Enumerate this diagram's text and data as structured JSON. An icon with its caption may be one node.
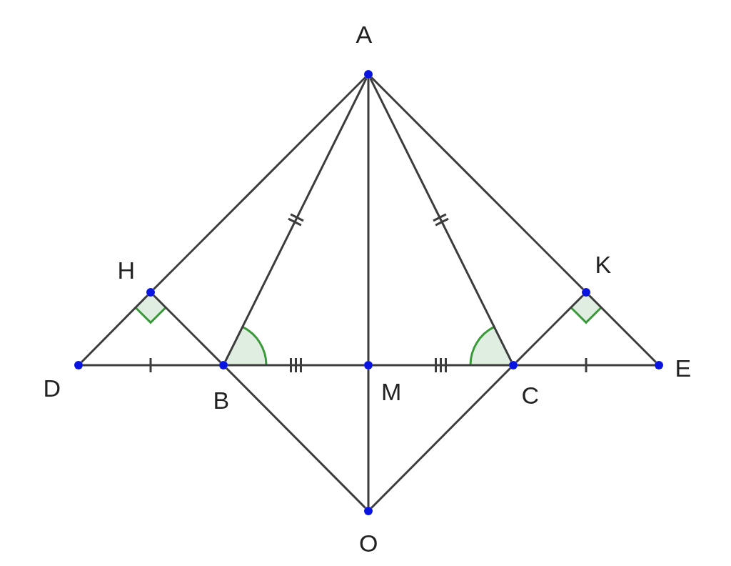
{
  "diagram": {
    "nodes": [
      {
        "text": [
          "A"
        ]
      },
      {
        "text": [
          "H"
        ]
      },
      {
        "text": [
          "K"
        ]
      },
      {
        "text": [
          "D"
        ]
      },
      {
        "text": [
          "B"
        ]
      },
      {
        "text": [
          "M"
        ]
      },
      {
        "text": [
          "C"
        ]
      },
      {
        "text": [
          "E"
        ]
      },
      {
        "text": [
          "O"
        ]
      }
    ],
    "edges": [
      {
        "from": 0,
        "to": 1,
        "arrow": "none"
      },
      {
        "from": 1,
        "to": 3,
        "arrow": "none"
      },
      {
        "from": 0,
        "to": 4,
        "arrow": "none"
      },
      {
        "from": 0,
        "to": 5,
        "arrow": "none"
      },
      {
        "from": 0,
        "to": 6,
        "arrow": "none"
      },
      {
        "from": 0,
        "to": 2,
        "arrow": "none"
      },
      {
        "from": 2,
        "to": 7,
        "arrow": "none"
      },
      {
        "from": 1,
        "to": 4,
        "arrow": "none"
      },
      {
        "from": 2,
        "to": 6,
        "arrow": "none"
      },
      {
        "from": 3,
        "to": 4,
        "arrow": "none"
      },
      {
        "from": 4,
        "to": 5,
        "arrow": "none"
      },
      {
        "from": 5,
        "to": 6,
        "arrow": "none"
      },
      {
        "from": 6,
        "to": 7,
        "arrow": "none"
      },
      {
        "from": 4,
        "to": 8,
        "arrow": "none"
      },
      {
        "from": 6,
        "to": 8,
        "arrow": "none"
      },
      {
        "from": 5,
        "to": 8,
        "arrow": "none"
      }
    ]
  }
}
